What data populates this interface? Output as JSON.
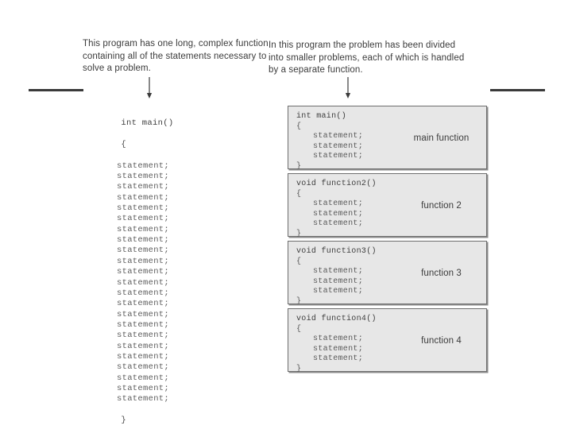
{
  "captions": {
    "left": "This program has one long, complex function containing all of the statements necessary to solve a problem.",
    "right": "In this program the problem has been divided into smaller problems, each of which is handled by a separate function."
  },
  "left_program": {
    "signature": "int main()",
    "open_brace": "{",
    "statement": "statement;",
    "statement_count": 23,
    "close_brace": "}"
  },
  "functions": [
    {
      "signature": "int main()",
      "open_brace": "{",
      "statement": "statement;",
      "statement_count": 3,
      "close_brace": "}",
      "label": "main function"
    },
    {
      "signature": "void function2()",
      "open_brace": "{",
      "statement": "statement;",
      "statement_count": 3,
      "close_brace": "}",
      "label": "function 2"
    },
    {
      "signature": "void function3()",
      "open_brace": "{",
      "statement": "statement;",
      "statement_count": 3,
      "close_brace": "}",
      "label": "function 3"
    },
    {
      "signature": "void function4()",
      "open_brace": "{",
      "statement": "statement;",
      "statement_count": 3,
      "close_brace": "}",
      "label": "function 4"
    }
  ],
  "colors": {
    "box_fill": "#e7e7e7",
    "box_border": "#6e6e6e",
    "rule": "#3a3a3a",
    "code_text": "#5a5a5a",
    "caption_text": "#3b3b3b",
    "background": "#ffffff"
  }
}
